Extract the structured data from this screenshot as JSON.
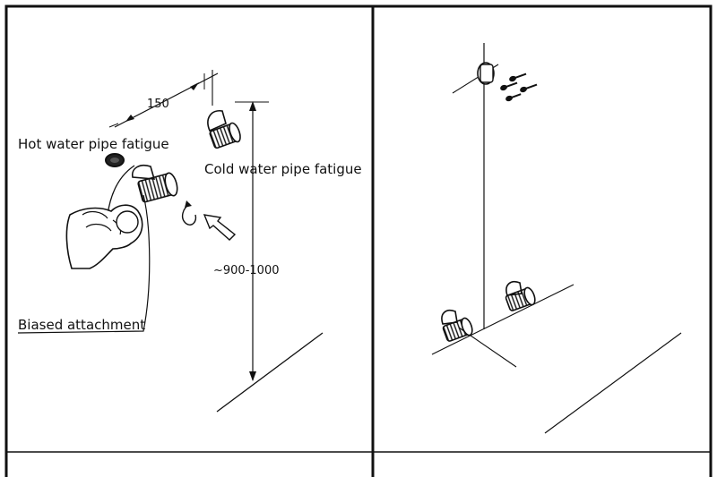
{
  "labels": {
    "dimension_width": "150",
    "hot_pipe": "Hot water pipe fatigue",
    "cold_pipe": "Cold water pipe fatigue",
    "height_range": "~900-1000",
    "biased_attachment": "Biased attachment"
  },
  "colors": {
    "line": "#111111",
    "background": "#ffffff"
  }
}
